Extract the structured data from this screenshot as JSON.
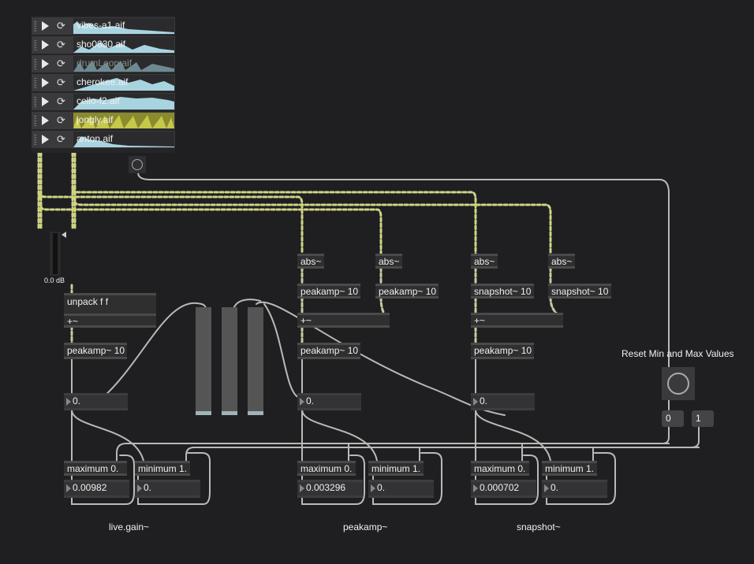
{
  "files": [
    {
      "name": "vibes-a1.aif",
      "selected": false,
      "dim": false
    },
    {
      "name": "sho0630.aif",
      "selected": false,
      "dim": false
    },
    {
      "name": "drumLoop.aif",
      "selected": false,
      "dim": true
    },
    {
      "name": "cherokee.aif",
      "selected": false,
      "dim": false
    },
    {
      "name": "cello-f2.aif",
      "selected": false,
      "dim": false
    },
    {
      "name": "jongly.aif",
      "selected": true,
      "dim": false
    },
    {
      "name": "anton.aif",
      "selected": false,
      "dim": false
    }
  ],
  "icons": {
    "play": "play-icon",
    "loop": "loop-icon",
    "bang": "bang-icon",
    "grip": "drag-grip-icon"
  },
  "gain": {
    "readout": "0.0 dB"
  },
  "reset": {
    "label": "Reset Min and Max Values",
    "msg0": "0",
    "msg1": "1"
  },
  "objects": {
    "abs": "abs~",
    "peakamp": "peakamp~ 10",
    "snapshot": "snapshot~ 10",
    "unpack": "unpack f f",
    "plus": "+~",
    "maximum": "maximum 0.",
    "minimum": "minimum 1."
  },
  "numbers": {
    "live_out": "0.",
    "peak_out": "0.",
    "snap_out": "0.",
    "live_max": "0.00982",
    "live_min": "0.",
    "peak_max": "0.003296",
    "peak_min": "0.",
    "snap_max": "0.000702",
    "snap_min": "0."
  },
  "section_labels": {
    "live": "live.gain~",
    "peak": "peakamp~",
    "snap": "snapshot~"
  },
  "colors": {
    "background": "#1f1f21",
    "signal_wire": "#b8c94a",
    "control_wire": "#bdbdbd",
    "inlet": "#a4535a",
    "selected_wave": "#c6c84a",
    "waveform": "#a8d4e0"
  }
}
